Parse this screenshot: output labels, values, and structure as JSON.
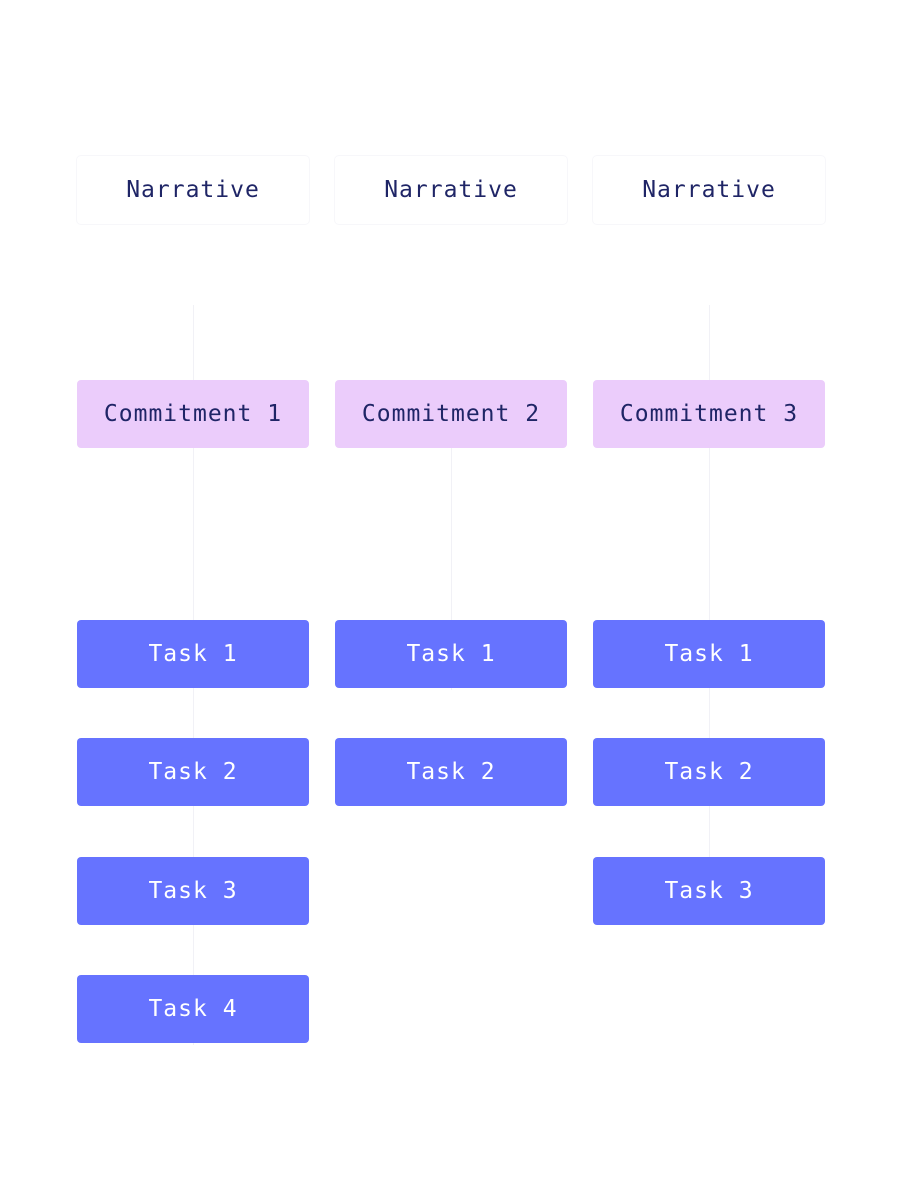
{
  "columns": [
    {
      "narrative": "Narrative",
      "commitment": "Commitment 1",
      "tasks": [
        "Task 1",
        "Task 2",
        "Task 3",
        "Task 4"
      ]
    },
    {
      "narrative": "Narrative",
      "commitment": "Commitment 2",
      "tasks": [
        "Task 1",
        "Task 2"
      ]
    },
    {
      "narrative": "Narrative",
      "commitment": "Commitment 3",
      "tasks": [
        "Task 1",
        "Task 2",
        "Task 3"
      ]
    }
  ],
  "colors": {
    "narrative_text": "#1f2566",
    "commitment_fill": "#ebccfb",
    "task_fill": "#6673ff",
    "task_text": "#ffffff"
  }
}
